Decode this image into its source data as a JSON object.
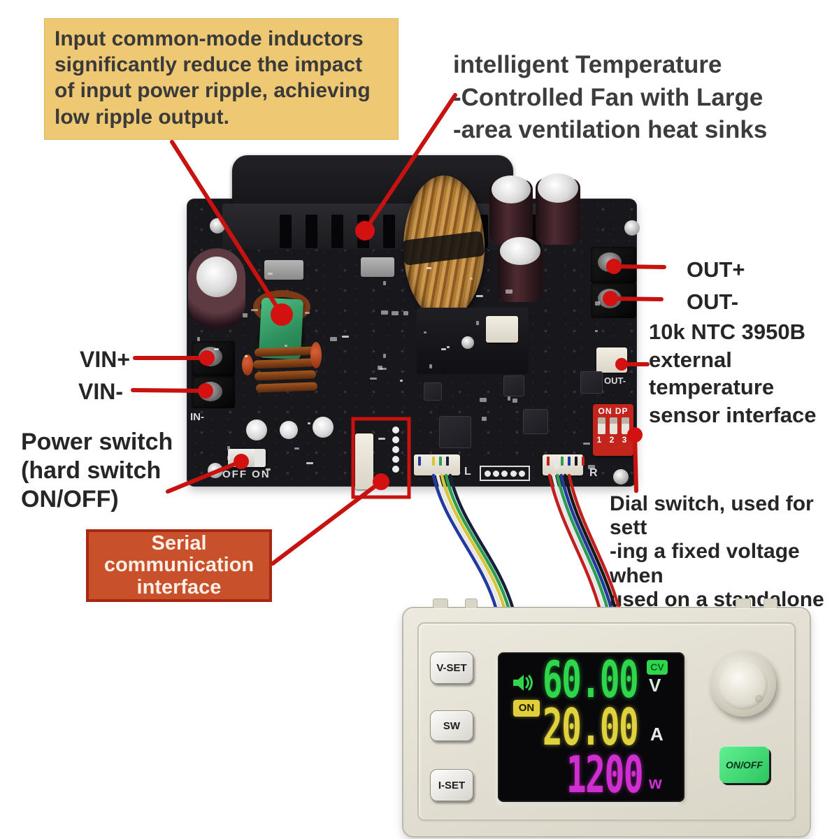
{
  "annotations": {
    "input_inductors": {
      "text": "Input common-mode inductors\nsignificantly reduce the impact\nof input power ripple, achieving\nlow ripple output.",
      "bg": "#eec872"
    },
    "fan": {
      "text": "intelligent Temperature\n-Controlled Fan with Large\n-area ventilation heat sinks"
    },
    "out_plus": "OUT+",
    "out_minus": "OUT-",
    "vin_plus": "VIN+",
    "vin_minus": "VIN-",
    "ntc": "10k NTC 3950B\nexternal\ntemperature\nsensor interface",
    "power_switch": "Power switch\n(hard switch\nON/OFF)",
    "serial": {
      "text": "Serial\ncommunication\ninterface",
      "bg": "#c8502a"
    },
    "dial_switch": "Dial switch, used for sett\n-ing a fixed voltage when\nused on a standalone\nbaseboard."
  },
  "board": {
    "silkscreen": {
      "in_minus": "IN-",
      "off_on": "OFF ON",
      "l": "L",
      "r": "R",
      "out_minus": "OUT-"
    },
    "dip": {
      "label": "ON DP",
      "numbers": "1 2 3"
    }
  },
  "panel": {
    "buttons": {
      "vset": "V-SET",
      "sw": "SW",
      "iset": "I-SET"
    },
    "on_off": "ON/OFF",
    "lcd": {
      "voltage": "60.00",
      "voltage_unit": "V",
      "cv_badge": "CV",
      "on_badge": "ON",
      "current": "20.00",
      "current_unit": "A",
      "power": "1200",
      "power_unit": "w"
    }
  },
  "colors": {
    "accent_red": "#c81210",
    "tan_box": "#eec872",
    "serial_box": "#c8502a",
    "pcb": "#17171c",
    "panel": "#e4e1d5",
    "dip_red": "#c3241c",
    "lcd_green": "#2fd54a",
    "lcd_yellow": "#e0d23c",
    "lcd_magenta": "#d02fd0",
    "onoff_green": "#3edc7a"
  }
}
